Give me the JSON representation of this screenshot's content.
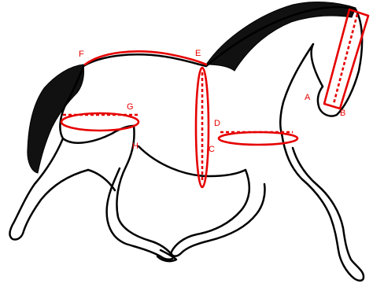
{
  "diagram": {
    "colors": {
      "measurement": "#e60000",
      "outline": "#000000",
      "mane_tail": "#111111",
      "background": "#ffffff"
    },
    "labels": {
      "a": "A",
      "b": "B",
      "c": "C",
      "d": "D",
      "e": "E",
      "f": "F",
      "g": "G",
      "h": "H"
    }
  }
}
